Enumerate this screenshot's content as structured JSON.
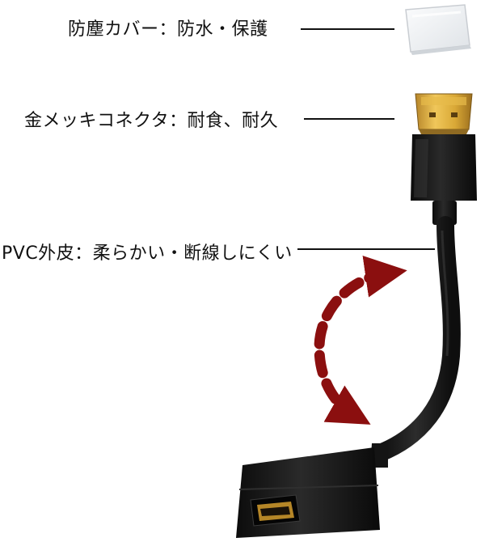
{
  "callouts": [
    {
      "label": "防塵カバー：防水・保護"
    },
    {
      "label": "金メッキコネクタ：耐食、耐久"
    },
    {
      "label": "PVC外皮：柔らかい・断線しにくい"
    }
  ],
  "colors": {
    "text": "#111111",
    "cable": "#141414",
    "gold": "#d9a836",
    "arrow": "#8b0f0f",
    "cover": "#eef0f2"
  },
  "icons": {
    "bend_arrow": "curved-dashed-arrow-icon"
  }
}
